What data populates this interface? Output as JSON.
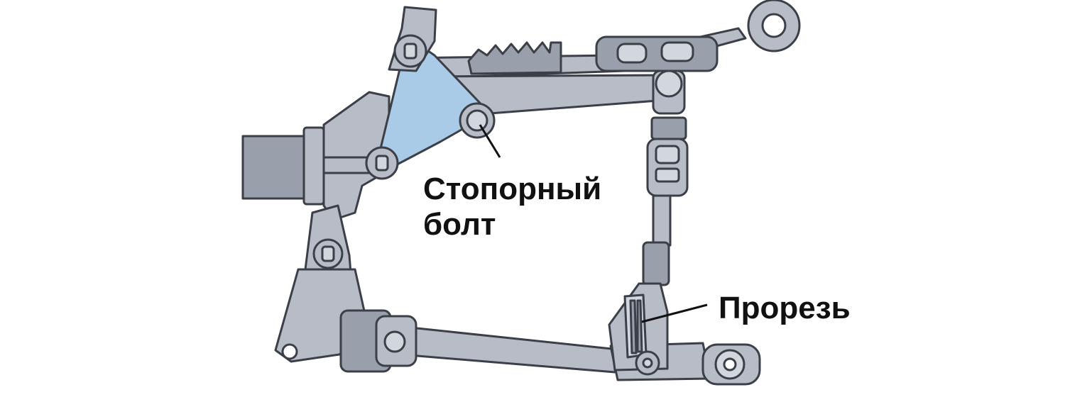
{
  "colors": {
    "metal": "#b7bcc6",
    "metal_dark": "#9aa0ab",
    "outline": "#3b3f47",
    "highlight_plate": "#a9cbe8",
    "text": "#111111"
  },
  "labels": {
    "stop_bolt": {
      "line1": "Стопорный",
      "line2": "болт"
    },
    "slot": "Прорезь"
  }
}
